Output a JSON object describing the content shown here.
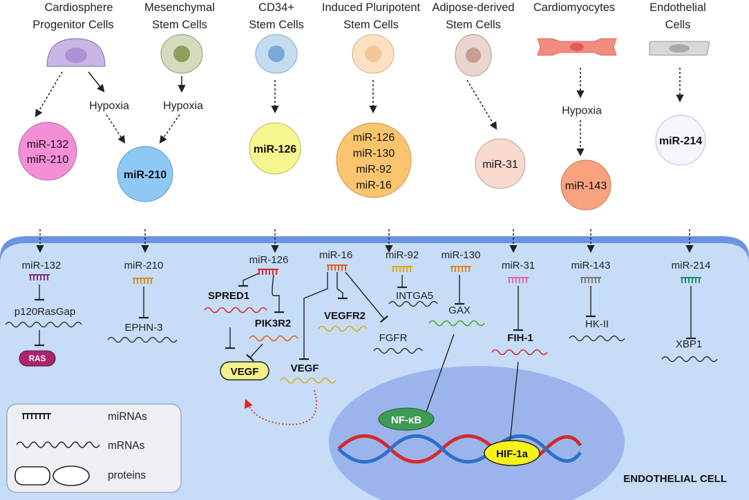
{
  "source_cells": [
    {
      "label_l1": "Cardiosphere",
      "label_l2": "Progenitor Cells"
    },
    {
      "label_l1": "Mesenchymal",
      "label_l2": "Stem Cells"
    },
    {
      "label_l1": "CD34+",
      "label_l2": "Stem Cells"
    },
    {
      "label_l1": "Induced Pluripotent",
      "label_l2": "Stem Cells"
    },
    {
      "label_l1": "Adipose-derived",
      "label_l2": "Stem Cells"
    },
    {
      "label_l1": "Cardiomyocytes",
      "label_l2": ""
    },
    {
      "label_l1": "Endothelial",
      "label_l2": "Cells"
    }
  ],
  "hypoxia_label": "Hypoxia",
  "vesicles": {
    "cpc": [
      "miR-132",
      "miR-210"
    ],
    "msc": "miR-210",
    "cd34": "miR-126",
    "ipsc": [
      "miR-126",
      "miR-130",
      "miR-92",
      "miR-16"
    ],
    "adsc": "miR-31",
    "cm": "miR-143",
    "ec": "miR-214"
  },
  "cell_mirnas": {
    "m132": "miR-132",
    "m210": "miR-210",
    "m126": "miR-126",
    "m16": "miR-16",
    "m92": "miR-92",
    "m130": "miR-130",
    "m31": "miR-31",
    "m143": "miR-143",
    "m214": "miR-214"
  },
  "genes": {
    "p120": "p120RasGap",
    "ephn3": "EPHN-3",
    "spred1": "SPRED1",
    "pik3r2": "PIK3R2",
    "vegfr2": "VEGFR2",
    "intga5": "INTGA5",
    "fgfr": "FGFR",
    "gax": "GAX",
    "fih1": "FIH-1",
    "hk2": "HK-II",
    "xbp1": "XBP1",
    "vegf2": "VEGF"
  },
  "proteins": {
    "ras": "RAS",
    "vegf": "VEGF",
    "nfkb": "NF-κB",
    "hif1a": "HIF-1a"
  },
  "cell_label": "ENDOTHELIAL CELL",
  "legend": {
    "mirnas": "miRNAs",
    "mrnas": "mRNAs",
    "proteins": "proteins"
  },
  "colors": {
    "membrane": "#6b93e0",
    "cytoplasm": "#c6dcf7",
    "nucleus": "#9bb5ec",
    "vesicle_cpc": "#f38fd4",
    "vesicle_msc": "#8ec8f5",
    "vesicle_cd34": "#f6f68f",
    "vesicle_ipsc": "#fbc46e",
    "vesicle_adsc": "#f7d9cd",
    "vesicle_cm": "#f8a37d",
    "vesicle_ec": "#f5f6fb"
  }
}
